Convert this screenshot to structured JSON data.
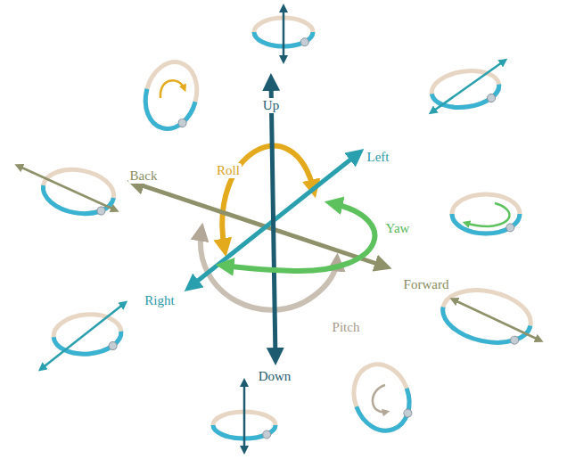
{
  "diagram": {
    "labels": [
      "Up",
      "Left",
      "Roll",
      "Back",
      "Yaw",
      "Forward",
      "Right",
      "Pitch",
      "Down"
    ]
  }
}
